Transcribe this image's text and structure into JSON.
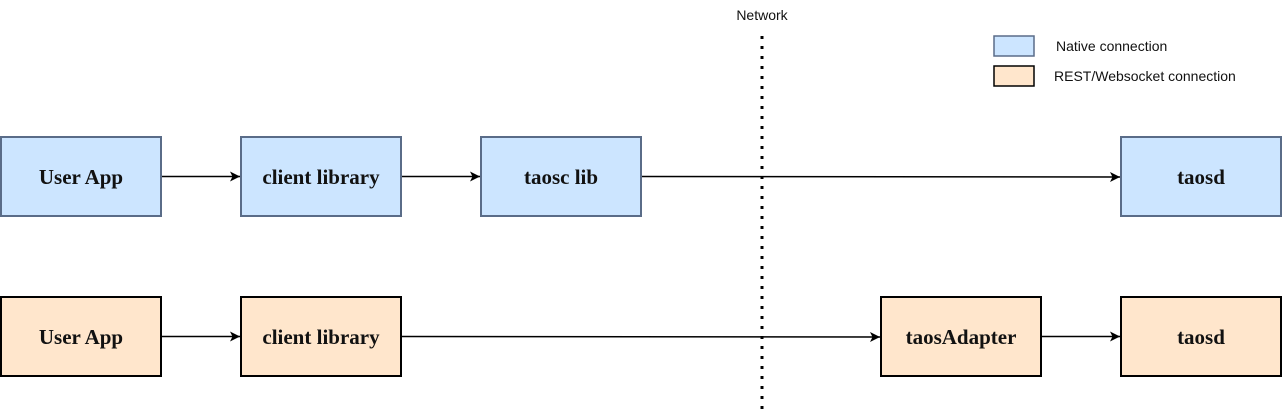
{
  "network_label": "Network",
  "legend": {
    "native": {
      "label": "Native connection",
      "color": "#cce5ff"
    },
    "rest": {
      "label": "REST/Websocket connection",
      "color": "#ffe6cc"
    }
  },
  "native_row": {
    "nodes": [
      {
        "id": "user-app",
        "label": "User App"
      },
      {
        "id": "client-library",
        "label": "client library"
      },
      {
        "id": "taosc-lib",
        "label": "taosc lib"
      },
      {
        "id": "taosd",
        "label": "taosd"
      }
    ],
    "edges": [
      {
        "from": "user-app",
        "to": "client-library"
      },
      {
        "from": "client-library",
        "to": "taosc-lib"
      },
      {
        "from": "taosc-lib",
        "to": "taosd"
      }
    ]
  },
  "rest_row": {
    "nodes": [
      {
        "id": "user-app",
        "label": "User App"
      },
      {
        "id": "client-library",
        "label": "client library"
      },
      {
        "id": "taosadapter",
        "label": "taosAdapter"
      },
      {
        "id": "taosd",
        "label": "taosd"
      }
    ],
    "edges": [
      {
        "from": "user-app",
        "to": "client-library"
      },
      {
        "from": "client-library",
        "to": "taosadapter"
      },
      {
        "from": "taosadapter",
        "to": "taosd"
      }
    ]
  },
  "colors": {
    "stroke": "#5a6c88",
    "line": "#000000"
  }
}
